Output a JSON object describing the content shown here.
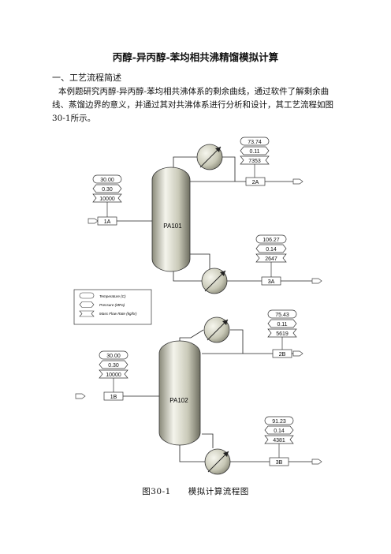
{
  "doc": {
    "title": "丙醇-异丙醇-苯均相共沸精馏模拟计算",
    "section_heading": "一、工艺流程简述",
    "paragraph": "本例题研究丙醇-异丙醇-苯均相共沸体系的剩余曲线，通过软件了解剩余曲线、蒸馏边界的意义，并通过其对共沸体系进行分析和设计，其工艺流程如图30-1所示。",
    "caption": "图30-1　　模拟计算流程图"
  },
  "diagram": {
    "legend": {
      "temperature": "Temperature (C)",
      "pressure": "Pressure (MPa)",
      "mass_flow": "Mass Flow Rate (kg/hr)"
    },
    "columns": [
      {
        "label": "PA101"
      },
      {
        "label": "PA102"
      }
    ],
    "streams": [
      {
        "id": "1A",
        "temperature": "30.00",
        "pressure": "0.30",
        "flow": "10000"
      },
      {
        "id": "2A",
        "temperature": "73.74",
        "pressure": "0.11",
        "flow": "7353"
      },
      {
        "id": "3A",
        "temperature": "106.27",
        "pressure": "0.14",
        "flow": "2647"
      },
      {
        "id": "1B",
        "temperature": "30.00",
        "pressure": "0.30",
        "flow": "10000"
      },
      {
        "id": "2B",
        "temperature": "75.43",
        "pressure": "0.11",
        "flow": "5619"
      },
      {
        "id": "3B",
        "temperature": "91.23",
        "pressure": "0.14",
        "flow": "4381"
      }
    ]
  }
}
